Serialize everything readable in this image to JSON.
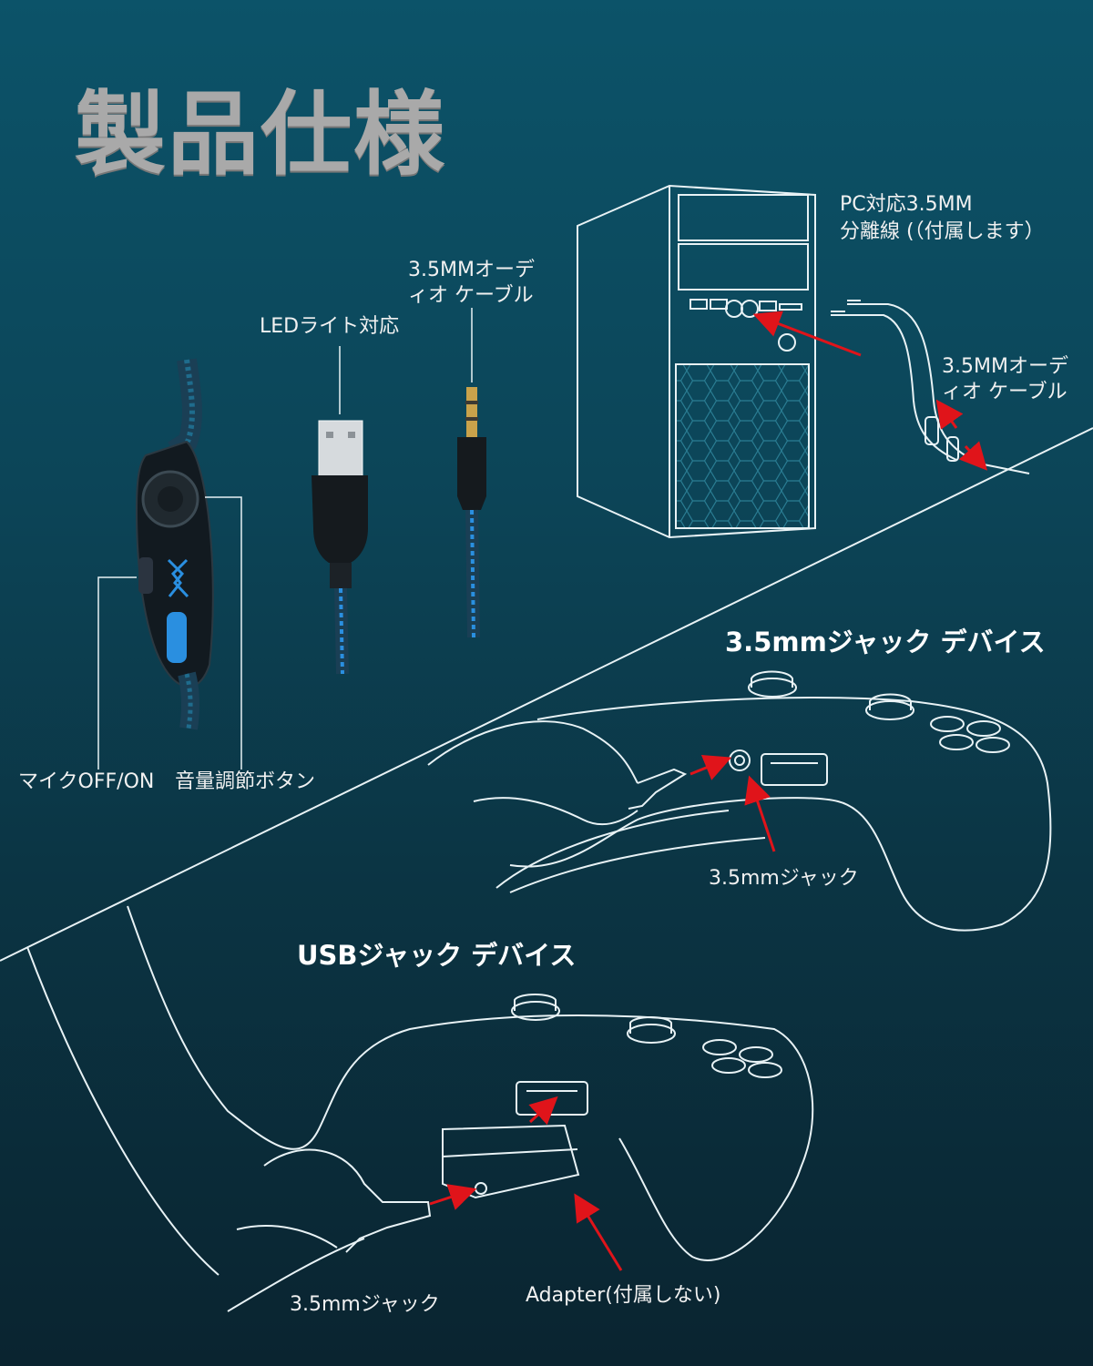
{
  "title": "製品仕様",
  "pc": {
    "cable_label_1": "PC対応3.5MM",
    "cable_label_2": "分離線 (（付属します）",
    "audio_cable_1": "3.5MMオーデ",
    "audio_cable_2": "ィオ ケーブル"
  },
  "plugs": {
    "audio_label_1": "3.5MMオーデ",
    "audio_label_2": "ィオ ケーブル",
    "led_label": "LEDライト対応"
  },
  "controls": {
    "mic_label": "マイクOFF/ON",
    "volume_label": "音量調節ボタン"
  },
  "section_35": {
    "heading": "3.5mmジャック デバイス",
    "jack_label": "3.5mmジャック"
  },
  "section_usb": {
    "heading": "USBジャック デバイス",
    "jack_label": "3.5mmジャック",
    "adapter_label": "Adapter(付属しない)"
  },
  "colors": {
    "accent_arrow": "#e0141a",
    "led_blue": "#2a8fe0",
    "line_art": "#e8f2f5"
  }
}
